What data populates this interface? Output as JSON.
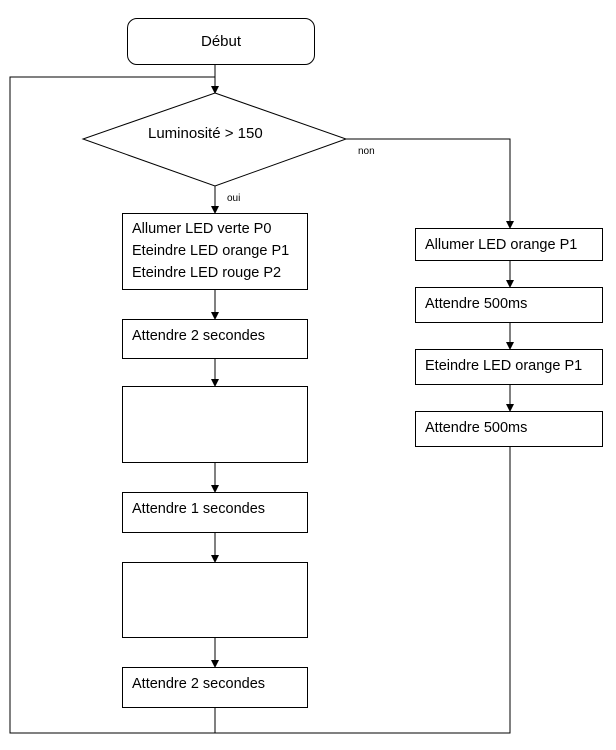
{
  "start": {
    "label": "Début"
  },
  "decision": {
    "label": "Luminosité > 150",
    "yes_label": "oui",
    "no_label": "non"
  },
  "left_branch": {
    "step1": {
      "lines": [
        "Allumer LED verte P0",
        "Eteindre LED orange P1",
        "Eteindre LED rouge P2"
      ]
    },
    "step2": {
      "label": "Attendre 2 secondes"
    },
    "step3": {
      "label": ""
    },
    "step4": {
      "label": "Attendre 1 secondes"
    },
    "step5": {
      "label": ""
    },
    "step6": {
      "label": "Attendre 2 secondes"
    }
  },
  "right_branch": {
    "step1": {
      "label": "Allumer LED orange P1"
    },
    "step2": {
      "label": "Attendre 500ms"
    },
    "step3": {
      "label": "Eteindre LED orange P1"
    },
    "step4": {
      "label": "Attendre 500ms"
    }
  },
  "colors": {
    "stroke": "#000000",
    "fill": "#ffffff"
  }
}
